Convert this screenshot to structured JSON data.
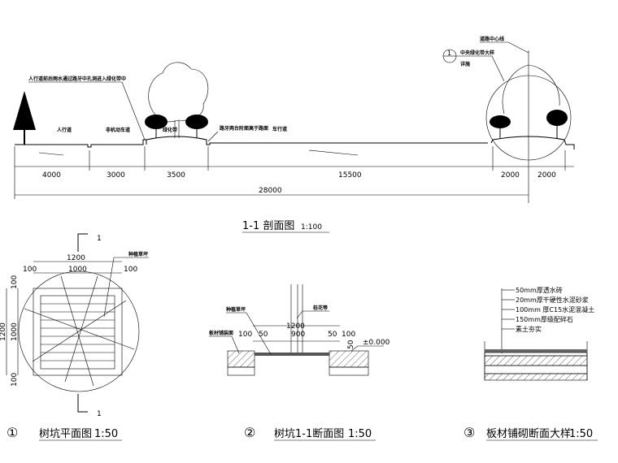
{
  "section": {
    "notes": {
      "drainage": "人行道前后雨水通过路牙中孔洞进入绿化带中",
      "sidewalk": "人行道",
      "bike_lane": "非机动车道",
      "green_belt": "绿化带",
      "curb": "路牙两台阶面高于路面",
      "roadway": "车行道",
      "centerline": "道路中心线",
      "detail_ref": "中央绿化带大样",
      "detail_sub": "详施",
      "detail_num": "1"
    },
    "dims": [
      "4000",
      "3000",
      "3500",
      "15500",
      "2000",
      "2000"
    ],
    "total": "28000",
    "title": "1-1 剖面图",
    "scale": "1:100"
  },
  "plan": {
    "cut_mark": "1",
    "note": "种植草坪",
    "dims": {
      "top_total": "1200",
      "top_inner": "1000",
      "side": "100",
      "left_total": "1200",
      "left_inner": "1000"
    },
    "num": "①",
    "title": "树坑平面图",
    "scale": "1:50"
  },
  "pit_section": {
    "note_fill": "种植草坪",
    "note_tree": "桂花等",
    "note_paving": "板材铺装面",
    "dims": {
      "total": "1200",
      "side": "100",
      "edge": "50",
      "inner": "900",
      "depth": "50"
    },
    "elevation": "±0.000",
    "num": "②",
    "title": "树坑1-1断面图",
    "scale": "1:50"
  },
  "paving": {
    "layers": [
      "50mm厚透水砖",
      "20mm厚干硬性水泥砂浆",
      "100mm 厚C15水泥混凝土",
      "150mm厚级配碎石",
      "素土夯实"
    ],
    "num": "③",
    "title": "板材铺砌断面大样",
    "scale": "1:50"
  }
}
